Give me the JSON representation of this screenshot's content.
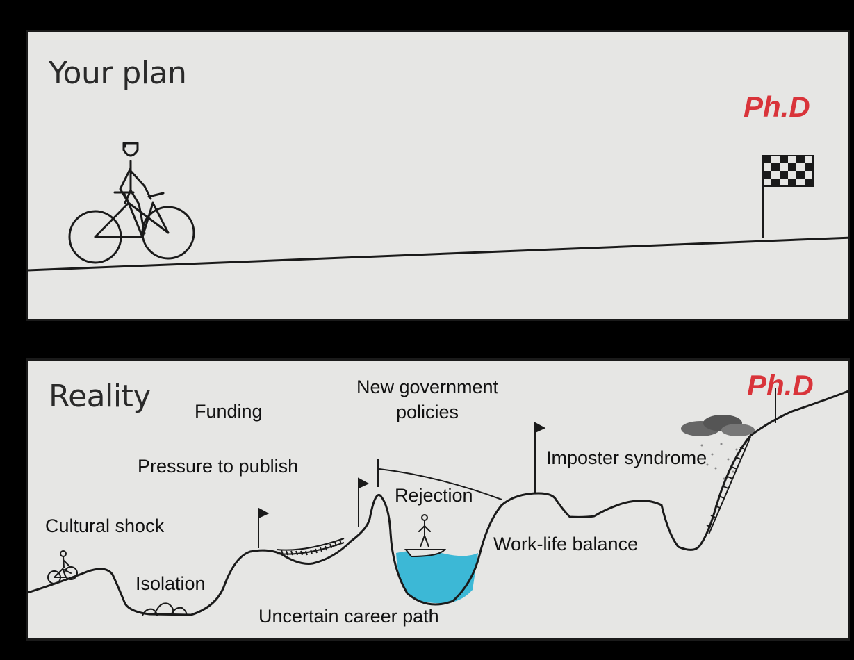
{
  "plan_panel": {
    "title": "Your plan",
    "goal": "Ph.D"
  },
  "reality_panel": {
    "title": "Reality",
    "goal": "Ph.D",
    "labels": {
      "cultural_shock": "Cultural shock",
      "isolation": "Isolation",
      "pressure_to_publish": "Pressure to publish",
      "funding": "Funding",
      "uncertain_career_path": "Uncertain career path",
      "new_government_policies_line1": "New government",
      "new_government_policies_line2": "policies",
      "rejection": "Rejection",
      "work_life_balance": "Work-life balance",
      "imposter_syndrome": "Imposter syndrome"
    }
  },
  "colors": {
    "paper": "#e6e6e4",
    "ink": "#1a1a1a",
    "goal_red": "#d9343a",
    "water": "#3cb8d6",
    "cloud": "#666666"
  },
  "icons": [
    "cyclist-icon",
    "checkered-flag-icon",
    "flag-icon",
    "rocks-icon",
    "rope-bridge-icon",
    "boat-icon",
    "storm-cloud-icon",
    "ladder-icon"
  ]
}
